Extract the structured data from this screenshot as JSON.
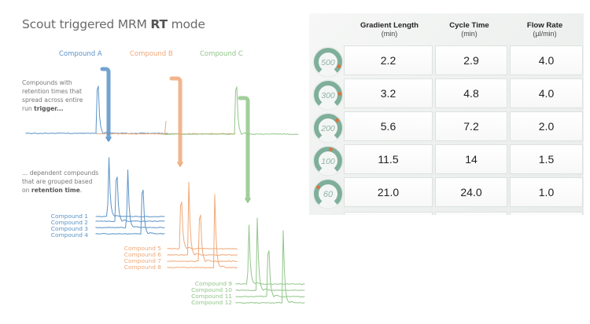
{
  "title": {
    "prefix": "Scout triggered MRM ",
    "bold": "RT",
    "suffix": " mode"
  },
  "colors": {
    "blue": "#5b93c7",
    "orange": "#f0a878",
    "green": "#92c68a",
    "gauge_teal": "#7faf9a",
    "gauge_marker": "#e0703c",
    "panel_bg": "#eef1ef"
  },
  "diagram": {
    "triggers": [
      {
        "label": "Compound A",
        "color": "blue"
      },
      {
        "label": "Compound B",
        "color": "orange"
      },
      {
        "label": "Compound C",
        "color": "green"
      }
    ],
    "note_top": {
      "line1": "Compounds with",
      "line2": "retention times that",
      "line3": "spread across entire",
      "line4_plain": "run ",
      "line4_bold": "trigger..."
    },
    "note_bottom": {
      "line1": "... dependent compounds",
      "line2": "that are grouped based",
      "line3_plain": "on ",
      "line3_bold": "retention time",
      "line3_end": "."
    },
    "groups": [
      {
        "color": "blue",
        "compounds": [
          "Compound 1",
          "Compound 2",
          "Compound 3",
          "Compound 4"
        ]
      },
      {
        "color": "orange",
        "compounds": [
          "Compound 5",
          "Compound 6",
          "Compound 7",
          "Compound 8"
        ]
      },
      {
        "color": "green",
        "compounds": [
          "Compound 9",
          "Compound 10",
          "Compound 11",
          "Compound 12"
        ]
      }
    ]
  },
  "table": {
    "headers": [
      {
        "title": "Gradient Length",
        "unit": "(min)"
      },
      {
        "title": "Cycle Time",
        "unit": "(min)"
      },
      {
        "title": "Flow Rate",
        "unit": "(µl/min)"
      }
    ],
    "rows": [
      {
        "gauge": "500",
        "gauge_level": 0.9,
        "gradient_length": "2.2",
        "cycle_time": "2.9",
        "flow_rate": "4.0"
      },
      {
        "gauge": "300",
        "gauge_level": 0.8,
        "gradient_length": "3.2",
        "cycle_time": "4.8",
        "flow_rate": "4.0"
      },
      {
        "gauge": "200",
        "gauge_level": 0.68,
        "gradient_length": "5.6",
        "cycle_time": "7.2",
        "flow_rate": "2.0"
      },
      {
        "gauge": "100",
        "gauge_level": 0.55,
        "gradient_length": "11.5",
        "cycle_time": "14",
        "flow_rate": "1.5"
      },
      {
        "gauge": "60",
        "gauge_level": 0.3,
        "gradient_length": "21.0",
        "cycle_time": "24.0",
        "flow_rate": "1.0"
      }
    ]
  }
}
